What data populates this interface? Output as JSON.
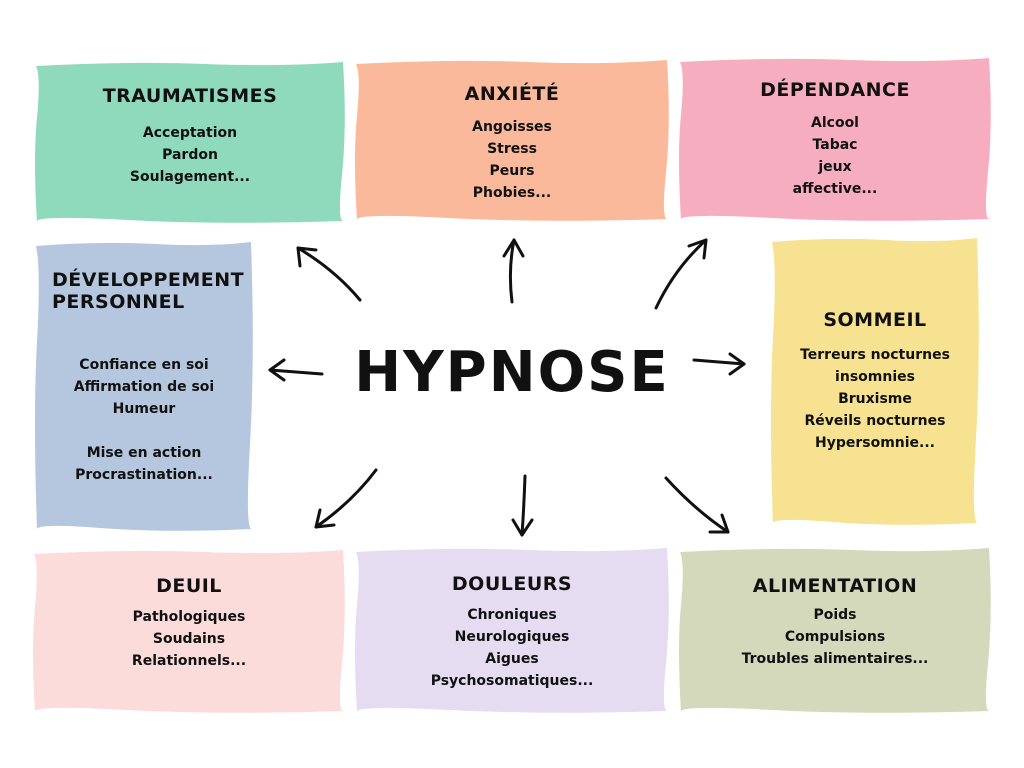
{
  "center": {
    "title": "HYPNOSE"
  },
  "cards": [
    {
      "id": "traumatismes",
      "title": "TRAUMATISMES",
      "color": "#8fd9bd",
      "items": [
        "Acceptation",
        "Pardon",
        "Soulagement..."
      ]
    },
    {
      "id": "anxiete",
      "title": "ANXIÉTÉ",
      "color": "#f9b99a",
      "items": [
        "Angoisses",
        "Stress",
        "Peurs",
        "Phobies..."
      ]
    },
    {
      "id": "dependance",
      "title": "DÉPENDANCE",
      "color": "#f6adc0",
      "items": [
        "Alcool",
        "Tabac",
        "jeux",
        "affective..."
      ]
    },
    {
      "id": "developpement",
      "title": "DÉVELOPPEMENT PERSONNEL",
      "color": "#b5c7de",
      "items": [
        "Confiance en soi",
        "Affirmation de soi",
        "Humeur",
        "",
        "Mise en action",
        "Procrastination..."
      ]
    },
    {
      "id": "sommeil",
      "title": "SOMMEIL",
      "color": "#f6e290",
      "items": [
        "Terreurs nocturnes",
        "insomnies",
        "Bruxisme",
        "Réveils nocturnes",
        "Hypersomnie..."
      ]
    },
    {
      "id": "deuil",
      "title": "DEUIL",
      "color": "#fbdcdb",
      "items": [
        "Pathologiques",
        "Soudains",
        "Relationnels..."
      ]
    },
    {
      "id": "douleurs",
      "title": "DOULEURS",
      "color": "#e6dcf1",
      "items": [
        "Chroniques",
        "Neurologiques",
        "Aigues",
        "Psychosomatiques..."
      ]
    },
    {
      "id": "alimentation",
      "title": "ALIMENTATION",
      "color": "#d4d9bb",
      "items": [
        "Poids",
        "Compulsions",
        "Troubles alimentaires..."
      ]
    }
  ]
}
